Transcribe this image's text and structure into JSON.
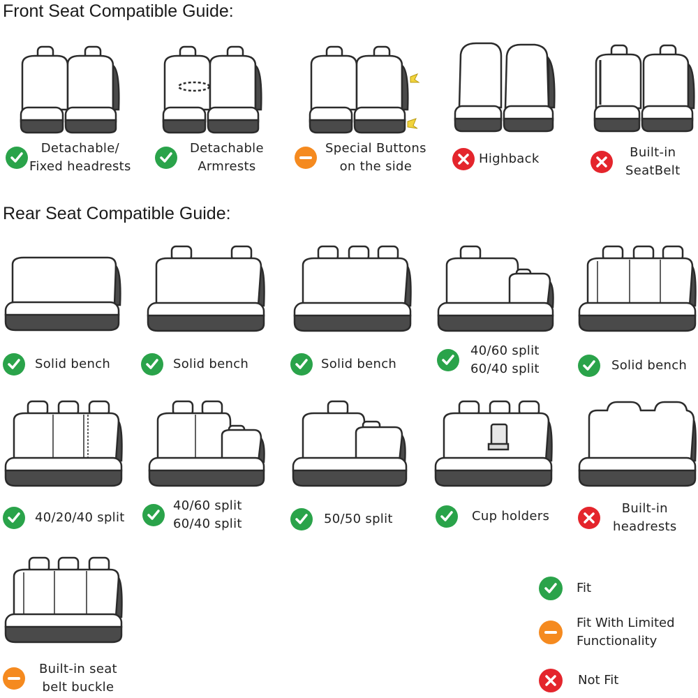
{
  "front_title": "Front Seat Compatible Guide:",
  "rear_title": "Rear Seat Compatible Guide:",
  "front_items": [
    {
      "lines": [
        "Detachable/",
        "Fixed headrests"
      ],
      "status": "fit",
      "icon": "check-icon"
    },
    {
      "lines": [
        "Detachable",
        "Armrests"
      ],
      "status": "fit",
      "icon": "check-icon"
    },
    {
      "lines": [
        "Special Buttons",
        "on the side"
      ],
      "status": "limited",
      "icon": "minus-icon"
    },
    {
      "lines": [
        "Highback"
      ],
      "status": "notfit",
      "icon": "cross-icon"
    },
    {
      "lines": [
        "Built-in",
        "SeatBelt"
      ],
      "status": "notfit",
      "icon": "cross-icon"
    }
  ],
  "rear_items": [
    {
      "lines": [
        "Solid bench"
      ],
      "status": "fit",
      "icon": "check-icon"
    },
    {
      "lines": [
        "Solid bench"
      ],
      "status": "fit",
      "icon": "check-icon"
    },
    {
      "lines": [
        "Solid bench"
      ],
      "status": "fit",
      "icon": "check-icon"
    },
    {
      "lines": [
        "40/60 split",
        "60/40 split"
      ],
      "status": "fit",
      "icon": "check-icon"
    },
    {
      "lines": [
        "Solid bench"
      ],
      "status": "fit",
      "icon": "check-icon"
    },
    {
      "lines": [
        "40/20/40 split"
      ],
      "status": "fit",
      "icon": "check-icon"
    },
    {
      "lines": [
        "40/60 split",
        "60/40 split"
      ],
      "status": "fit",
      "icon": "check-icon"
    },
    {
      "lines": [
        "50/50 split"
      ],
      "status": "fit",
      "icon": "check-icon"
    },
    {
      "lines": [
        "Cup holders"
      ],
      "status": "fit",
      "icon": "check-icon"
    },
    {
      "lines": [
        "Built-in",
        "headrests"
      ],
      "status": "notfit",
      "icon": "cross-icon"
    },
    {
      "lines": [
        "Built-in seat",
        "belt buckle"
      ],
      "status": "limited",
      "icon": "minus-icon"
    }
  ],
  "legend": [
    {
      "lines": [
        "Fit"
      ],
      "status": "fit",
      "icon": "check-icon"
    },
    {
      "lines": [
        "Fit With Limited",
        "Functionality"
      ],
      "status": "limited",
      "icon": "minus-icon"
    },
    {
      "lines": [
        "Not Fit"
      ],
      "status": "notfit",
      "icon": "cross-icon"
    }
  ],
  "colors": {
    "fit": "#2aa34a",
    "limited": "#f58a1f",
    "notfit": "#e4252c",
    "outline": "#2b2b2b",
    "seat_fill": "#ffffff",
    "shadow": "#4a4a4a"
  }
}
